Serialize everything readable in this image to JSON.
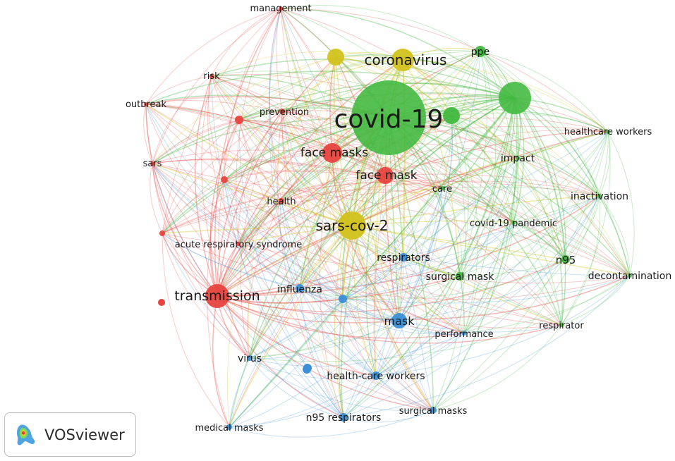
{
  "colors": {
    "red": "#e8443f",
    "green": "#41b83f",
    "blue": "#3b8fd6",
    "yellow": "#d2c21e"
  },
  "nodes": [
    {
      "id": "management",
      "label": "management",
      "cluster": "red",
      "weight": 1
    },
    {
      "id": "risk",
      "label": "risk",
      "cluster": "red",
      "weight": 1
    },
    {
      "id": "outbreak",
      "label": "outbreak",
      "cluster": "red",
      "weight": 1
    },
    {
      "id": "prevention",
      "label": "prevention",
      "cluster": "red",
      "weight": 1.3
    },
    {
      "id": "sars",
      "label": "sars",
      "cluster": "red",
      "weight": 1
    },
    {
      "id": "face-masks",
      "label": "face masks",
      "cluster": "red",
      "weight": 3
    },
    {
      "id": "face-mask",
      "label": "face mask",
      "cluster": "red",
      "weight": 3
    },
    {
      "id": "health",
      "label": "health",
      "cluster": "red",
      "weight": 1
    },
    {
      "id": "red-unlabeled",
      "label": "",
      "cluster": "red",
      "weight": 1
    },
    {
      "id": "acute-respiratory-syndrome",
      "label": "acute respiratory syndrome",
      "cluster": "red",
      "weight": 1
    },
    {
      "id": "transmission",
      "label": "transmission",
      "cluster": "red",
      "weight": 5
    },
    {
      "id": "red-unlabeled-2",
      "label": "",
      "cluster": "red",
      "weight": 1
    },
    {
      "id": "red-unlabeled-3",
      "label": "",
      "cluster": "red",
      "weight": 1
    },
    {
      "id": "coronavirus",
      "label": "coronavirus",
      "cluster": "yellow",
      "weight": 4
    },
    {
      "id": "yellow-unlabeled",
      "label": "",
      "cluster": "yellow",
      "weight": 3
    },
    {
      "id": "sars-cov-2",
      "label": "sars-cov-2",
      "cluster": "yellow",
      "weight": 6
    },
    {
      "id": "covid-19",
      "label": "covid-19",
      "cluster": "green",
      "weight": 30
    },
    {
      "id": "ppe",
      "label": "ppe",
      "cluster": "green",
      "weight": 1.3
    },
    {
      "id": "green-large",
      "label": "",
      "cluster": "green",
      "weight": 8
    },
    {
      "id": "green-medium",
      "label": "",
      "cluster": "green",
      "weight": 2.5
    },
    {
      "id": "healthcare-workers",
      "label": "healthcare workers",
      "cluster": "green",
      "weight": 1
    },
    {
      "id": "impact",
      "label": "impact",
      "cluster": "green",
      "weight": 1
    },
    {
      "id": "care",
      "label": "care",
      "cluster": "green",
      "weight": 1
    },
    {
      "id": "inactivation",
      "label": "inactivation",
      "cluster": "green",
      "weight": 1
    },
    {
      "id": "covid-19-pandemic",
      "label": "covid-19 pandemic",
      "cluster": "green",
      "weight": 1
    },
    {
      "id": "n95",
      "label": "n95",
      "cluster": "green",
      "weight": 1.3
    },
    {
      "id": "decontamination",
      "label": "decontamination",
      "cluster": "green",
      "weight": 1
    },
    {
      "id": "surgical-mask",
      "label": "surgical mask",
      "cluster": "green",
      "weight": 1.3
    },
    {
      "id": "respirator",
      "label": "respirator",
      "cluster": "green",
      "weight": 1
    },
    {
      "id": "respirators",
      "label": "respirators",
      "cluster": "blue",
      "weight": 1.3
    },
    {
      "id": "influenza",
      "label": "influenza",
      "cluster": "blue",
      "weight": 1.3
    },
    {
      "id": "blue-unlabeled",
      "label": "",
      "cluster": "blue",
      "weight": 1.3
    },
    {
      "id": "mask",
      "label": "mask",
      "cluster": "blue",
      "weight": 3
    },
    {
      "id": "performance",
      "label": "performance",
      "cluster": "blue",
      "weight": 1
    },
    {
      "id": "virus",
      "label": "virus",
      "cluster": "blue",
      "weight": 1
    },
    {
      "id": "health-care-workers",
      "label": "health-care workers",
      "cluster": "blue",
      "weight": 1.3
    },
    {
      "id": "n95-respirators",
      "label": "n95 respirators",
      "cluster": "blue",
      "weight": 1.3
    },
    {
      "id": "surgical-masks",
      "label": "surgical masks",
      "cluster": "blue",
      "weight": 1
    },
    {
      "id": "medical-masks",
      "label": "medical masks",
      "cluster": "blue",
      "weight": 1
    }
  ],
  "badge": {
    "text": "VOSviewer"
  }
}
